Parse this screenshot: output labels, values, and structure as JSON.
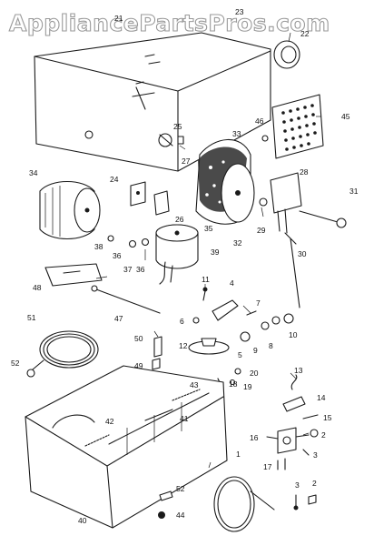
{
  "watermark": "AppliancePartsPros.com",
  "labels": {
    "l21": "21",
    "l23": "23",
    "l22": "22",
    "l25": "25",
    "l46": "46",
    "l45": "45",
    "l27": "27",
    "l33": "33",
    "l24": "24",
    "l34": "34",
    "l28": "28",
    "l26": "26",
    "l31": "31",
    "l38": "38",
    "l35": "35",
    "l36a": "36",
    "l36b": "36",
    "l37": "37",
    "l39": "39",
    "l32": "32",
    "l29": "29",
    "l30": "30",
    "l48": "48",
    "l11": "11",
    "l47": "47",
    "l4": "4",
    "l6": "6",
    "l7": "7",
    "l12": "12",
    "l50": "50",
    "l51": "51",
    "l5": "5",
    "l9": "9",
    "l8": "8",
    "l10": "10",
    "l49": "49",
    "l52a": "52",
    "l13": "13",
    "l20": "20",
    "l18": "18",
    "l19": "19",
    "l43": "43",
    "l14": "14",
    "l15": "15",
    "l41": "41",
    "l16": "16",
    "l2a": "2",
    "l42": "42",
    "l3a": "3",
    "l17": "17",
    "l1": "1",
    "l52b": "52",
    "l2b": "2",
    "l3b": "3",
    "l40": "40",
    "l44": "44"
  }
}
